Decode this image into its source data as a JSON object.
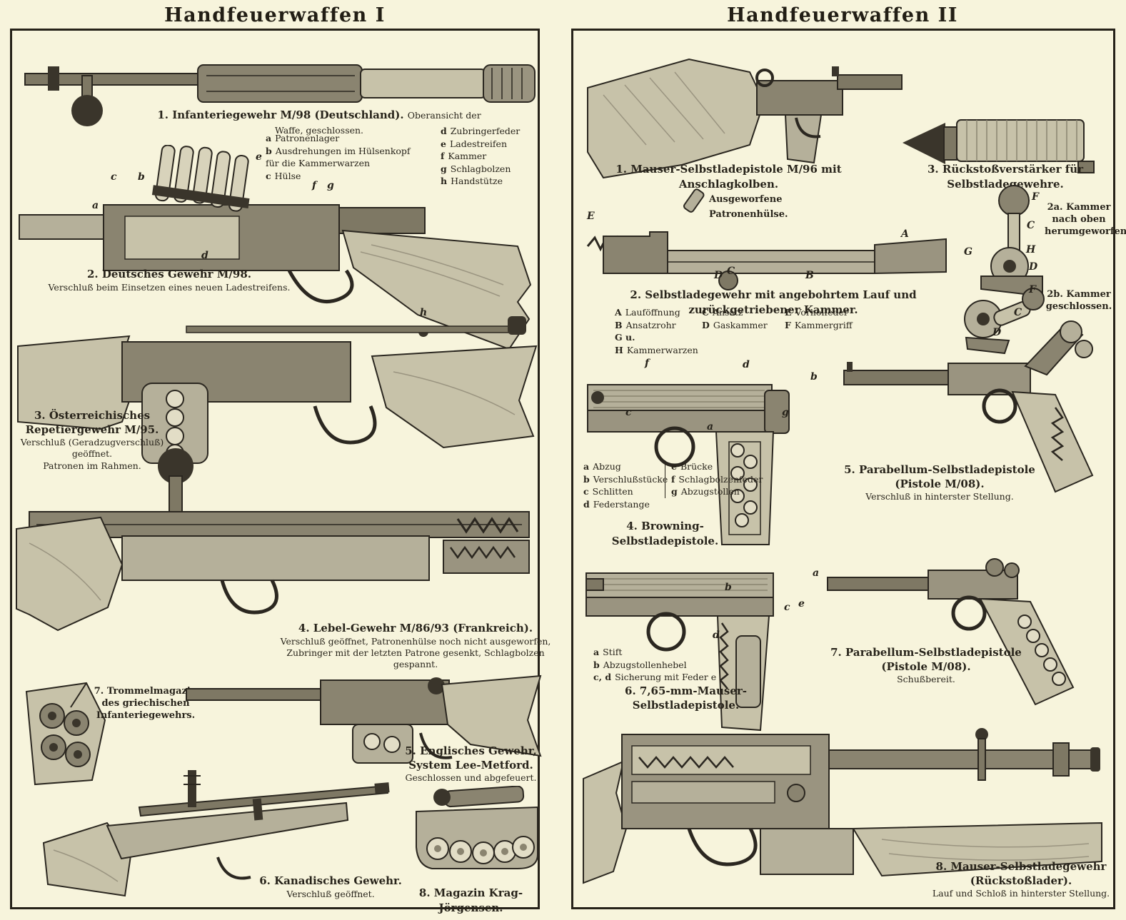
{
  "page": {
    "bg": "#f7f4dc",
    "ink": "#28241b"
  },
  "plate1": {
    "title": "Handfeuerwaffen I",
    "fig1": {
      "caption": "1. Infanteriegewehr M/98 (Deutschland).",
      "note": "Oberansicht der Waffe, geschlossen."
    },
    "parts_legend": {
      "left": [
        [
          "a",
          "Patronenlager"
        ],
        [
          "b",
          "Ausdrehungen im Hülsenkopf für die Kammerwarzen"
        ],
        [
          "c",
          "Hülse"
        ]
      ],
      "right": [
        [
          "d",
          "Zubringerfeder"
        ],
        [
          "e",
          "Ladestreifen"
        ],
        [
          "f",
          "Kammer"
        ],
        [
          "g",
          "Schlagbolzen"
        ],
        [
          "h",
          "Handstütze"
        ]
      ]
    },
    "fig2": {
      "caption": "2. Deutsches Gewehr M/98.",
      "note": "Verschluß beim Einsetzen eines neuen Ladestreifens.",
      "letters": [
        "c",
        "b",
        "a",
        "e",
        "d",
        "f",
        "g",
        "h"
      ]
    },
    "fig3": {
      "caption": "3. Österreichisches Repetiergewehr M/95.",
      "note1": "Verschluß (Geradzugverschluß) geöffnet.",
      "note2": "Patronen im Rahmen."
    },
    "fig4": {
      "caption": "4. Lebel-Gewehr M/86/93 (Frankreich).",
      "note": "Verschluß geöffnet, Patronenhülse noch nicht ausgeworfen, Zubringer mit der letzten Patrone gesenkt, Schlagbolzen gespannt."
    },
    "fig5": {
      "caption": "5. Englisches Gewehr, System Lee-Metford.",
      "note": "Geschlossen und abgefeuert."
    },
    "fig6": {
      "caption": "6. Kanadisches Gewehr.",
      "note": "Verschluß geöffnet."
    },
    "fig7": {
      "caption": "7. Trommelmagazin des griechischen Infanteriegewehrs."
    },
    "fig8": {
      "caption": "8. Magazin Krag-Jörgensen."
    }
  },
  "plate2": {
    "title": "Handfeuerwaffen II",
    "fig1": {
      "caption": "1. Mauser-Selbstladepistole M/96 mit Anschlagkolben."
    },
    "fig3": {
      "caption": "3. Rückstoßverstärker für Selbstladegewehre."
    },
    "ejected_label": "Ausgeworfene Patronenhülse.",
    "fig2": {
      "caption": "2. Selbstladegewehr mit angebohrtem Lauf und zurückgetriebener Kammer.",
      "legend_cols": [
        [
          [
            "A",
            "Lauföffnung"
          ],
          [
            "B",
            "Ansatzrohr"
          ]
        ],
        [
          [
            "C",
            "Ansatz"
          ],
          [
            "D",
            "Gaskammer"
          ]
        ],
        [
          [
            "E",
            "Vorholfeder"
          ],
          [
            "F",
            "Kammergriff"
          ]
        ],
        [
          [
            "G u. H",
            "Kammerwarzen"
          ]
        ]
      ],
      "letters": [
        "E",
        "A",
        "B",
        "C",
        "D"
      ]
    },
    "fig2a": {
      "caption": "2a. Kammer nach oben herumgeworfen.",
      "letters": [
        "F",
        "C",
        "G",
        "H",
        "D"
      ]
    },
    "fig2b": {
      "caption": "2b. Kammer geschlossen.",
      "letters": [
        "F",
        "C",
        "D"
      ]
    },
    "fig4": {
      "caption": "4. Browning-Selbstladepistole.",
      "legend_left": [
        [
          "a",
          "Abzug"
        ],
        [
          "b",
          "Verschlußstücke"
        ],
        [
          "c",
          "Schlitten"
        ],
        [
          "d",
          "Federstange"
        ]
      ],
      "legend_right": [
        [
          "e",
          "Brücke"
        ],
        [
          "f",
          "Schlagbolzenfeder"
        ],
        [
          "g",
          "Abzugstollen"
        ]
      ],
      "letters": [
        "f",
        "d",
        "b",
        "c",
        "a",
        "g"
      ]
    },
    "fig5": {
      "caption": "5. Parabellum-Selbstladepistole (Pistole M/08).",
      "note": "Verschluß in hinterster Stellung."
    },
    "fig6": {
      "caption": "6. 7,65-mm-Mauser-Selbstladepistole.",
      "legend": [
        [
          "a",
          "Stift"
        ],
        [
          "b",
          "Abzugstollenhebel"
        ],
        [
          "c, d",
          "Sicherung mit Feder e"
        ]
      ],
      "letters": [
        "a",
        "b",
        "c",
        "e",
        "d"
      ]
    },
    "fig7": {
      "caption": "7. Parabellum-Selbstladepistole (Pistole M/08).",
      "note": "Schußbereit."
    },
    "fig8": {
      "caption": "8. Mauser-Selbstladegewehr (Rückstoßlader).",
      "note": "Lauf und Schloß in hinterster Stellung."
    }
  }
}
